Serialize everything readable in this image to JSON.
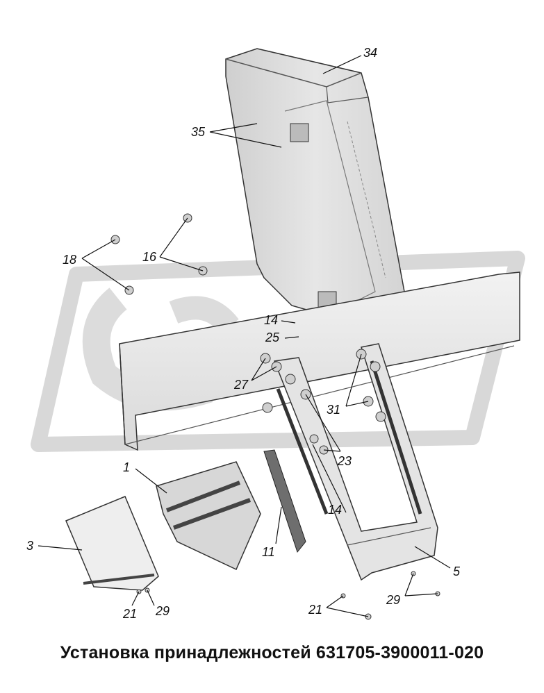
{
  "callouts": [
    {
      "id": "34",
      "label": "34"
    },
    {
      "id": "35",
      "label": "35"
    },
    {
      "id": "18",
      "label": "18"
    },
    {
      "id": "16",
      "label": "16"
    },
    {
      "id": "14a",
      "label": "14"
    },
    {
      "id": "25",
      "label": "25"
    },
    {
      "id": "27",
      "label": "27"
    },
    {
      "id": "31",
      "label": "31"
    },
    {
      "id": "23",
      "label": "23"
    },
    {
      "id": "1",
      "label": "1"
    },
    {
      "id": "14b",
      "label": "14"
    },
    {
      "id": "3",
      "label": "3"
    },
    {
      "id": "11",
      "label": "11"
    },
    {
      "id": "5",
      "label": "5"
    },
    {
      "id": "21a",
      "label": "21"
    },
    {
      "id": "29a",
      "label": "29"
    },
    {
      "id": "29b",
      "label": "29"
    },
    {
      "id": "21b",
      "label": "21"
    }
  ],
  "caption": "Установка принадлежностей 631705-3900011-020",
  "colors": {
    "line": "#111111",
    "watermark": "#d6d6d6",
    "part_light": "#e9e9e9",
    "part_mid": "#cfcfcf",
    "part_dark": "#9a9a9a"
  }
}
